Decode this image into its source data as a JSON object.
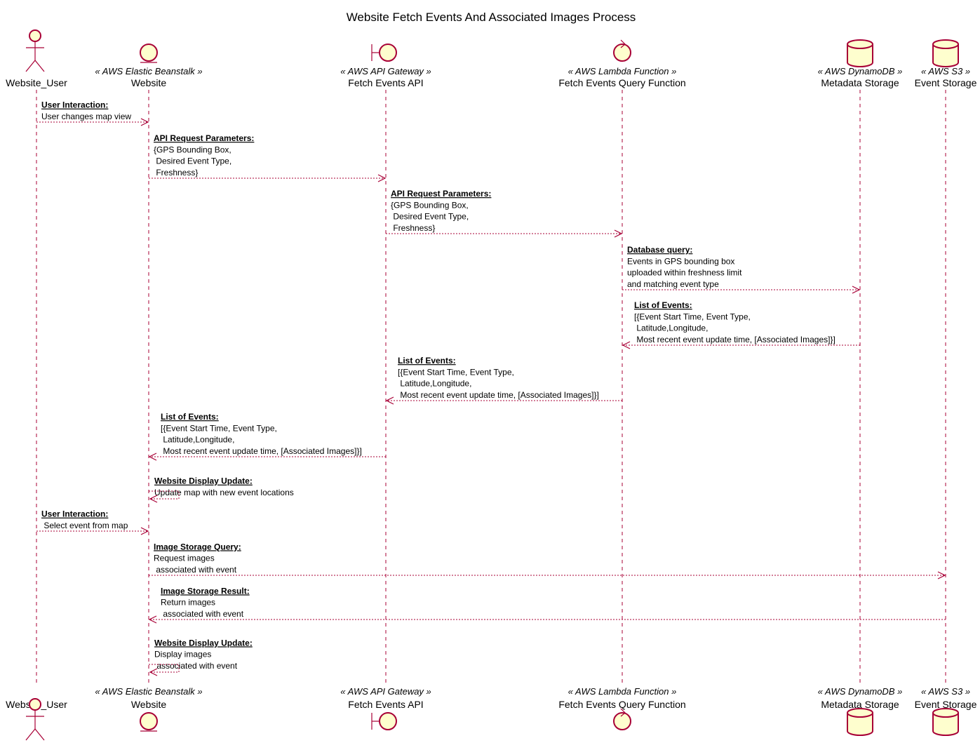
{
  "title": "Website Fetch Events And Associated Images Process",
  "participants": [
    {
      "id": "user",
      "name": "Website_User",
      "stereotype": "",
      "shape": "actor-icon"
    },
    {
      "id": "website",
      "name": "Website",
      "stereotype": "« AWS Elastic Beanstalk »",
      "shape": "entity-icon"
    },
    {
      "id": "api",
      "name": "Fetch Events API",
      "stereotype": "« AWS API Gateway »",
      "shape": "boundary-icon"
    },
    {
      "id": "lambda",
      "name": "Fetch Events Query Function",
      "stereotype": "« AWS Lambda Function »",
      "shape": "control-icon"
    },
    {
      "id": "dynamo",
      "name": "Metadata Storage",
      "stereotype": "« AWS DynamoDB »",
      "shape": "database-icon"
    },
    {
      "id": "s3",
      "name": "Event Storage",
      "stereotype": "« AWS S3 »",
      "shape": "database-icon"
    }
  ],
  "messages": [
    {
      "from": "user",
      "to": "website",
      "head": "User Interaction:",
      "lines": [
        "User changes map view"
      ]
    },
    {
      "from": "website",
      "to": "api",
      "head": "API Request Parameters:",
      "lines": [
        "{GPS Bounding Box,",
        " Desired Event Type,",
        " Freshness}"
      ]
    },
    {
      "from": "api",
      "to": "lambda",
      "head": "API Request Parameters:",
      "lines": [
        "{GPS Bounding Box,",
        " Desired Event Type,",
        " Freshness}"
      ]
    },
    {
      "from": "lambda",
      "to": "dynamo",
      "head": "Database query:",
      "lines": [
        "Events in GPS bounding box",
        "uploaded within freshness limit",
        "and matching event type"
      ]
    },
    {
      "from": "dynamo",
      "to": "lambda",
      "head": "List of Events:",
      "lines": [
        "[{Event Start Time, Event Type,",
        " Latitude,Longitude,",
        " Most recent event update time, [Associated Images]}]"
      ]
    },
    {
      "from": "lambda",
      "to": "api",
      "head": "List of Events:",
      "lines": [
        "[{Event Start Time, Event Type,",
        " Latitude,Longitude,",
        " Most recent event update time, [Associated Images]}]"
      ]
    },
    {
      "from": "api",
      "to": "website",
      "head": "List of Events:",
      "lines": [
        "[{Event Start Time, Event Type,",
        " Latitude,Longitude,",
        " Most recent event update time, [Associated Images]}]"
      ]
    },
    {
      "from": "website",
      "to": "website",
      "head": "Website Display Update:",
      "lines": [
        "Update map with new event locations"
      ]
    },
    {
      "from": "user",
      "to": "website",
      "head": "User Interaction:",
      "lines": [
        " Select event from map"
      ]
    },
    {
      "from": "website",
      "to": "s3",
      "head": "Image Storage Query:",
      "lines": [
        "Request images",
        " associated with event"
      ]
    },
    {
      "from": "s3",
      "to": "website",
      "head": "Image Storage Result:",
      "lines": [
        "Return images",
        " associated with event"
      ]
    },
    {
      "from": "website",
      "to": "website",
      "head": "Website Display Update:",
      "lines": [
        "Display images",
        " associated with event"
      ]
    }
  ]
}
